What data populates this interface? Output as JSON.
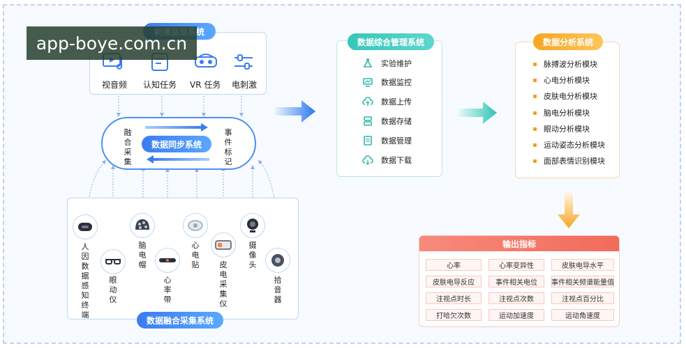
{
  "watermark": "app-boye.com.cn",
  "stimulus": {
    "title": "刺激呈现系统",
    "items": [
      {
        "label": "视音频",
        "icon": "video-audio-icon"
      },
      {
        "label": "认知任务",
        "icon": "cognitive-task-icon"
      },
      {
        "label": "VR 任务",
        "icon": "vr-headset-icon"
      },
      {
        "label": "电刺激",
        "icon": "electric-stimulation-icon"
      }
    ]
  },
  "sync": {
    "title": "数据同步系统",
    "left": "融合采集",
    "right": "事件标记"
  },
  "acquisition": {
    "title": "数据融合采集系统",
    "devices": [
      "人因数据感知终端",
      "眼动仪",
      "脑电帽",
      "心率带",
      "心电贴",
      "皮电采集仪",
      "摄像头",
      "拾音器"
    ]
  },
  "management": {
    "title": "数据综合管理系统",
    "items": [
      {
        "label": "实验维护",
        "icon": "flask-icon"
      },
      {
        "label": "数据监控",
        "icon": "monitor-icon"
      },
      {
        "label": "数据上传",
        "icon": "cloud-upload-icon"
      },
      {
        "label": "数据存储",
        "icon": "storage-icon"
      },
      {
        "label": "数据管理",
        "icon": "document-icon"
      },
      {
        "label": "数据下载",
        "icon": "cloud-download-icon"
      }
    ]
  },
  "analysis": {
    "title": "数据分析系统",
    "items": [
      "脉搏波分析模块",
      "心电分析模块",
      "皮肤电分析模块",
      "脑电分析模块",
      "眼动分析模块",
      "运动姿态分析模块",
      "面部表情识别模块"
    ]
  },
  "output": {
    "title": "输出指标",
    "cells": [
      [
        "心率",
        "心率变异性",
        "皮肤电导水平"
      ],
      [
        "皮肤电导反应",
        "事件相关电位",
        "事件相关频谱能量值"
      ],
      [
        "注视点时长",
        "注视点次数",
        "注视点百分比"
      ],
      [
        "打哈欠次数",
        "运动加速度",
        "运动角速度"
      ]
    ]
  },
  "colors": {
    "blue": "#3b7cf0",
    "teal": "#37c6b9",
    "orange": "#f5a623",
    "red": "#f26b5b"
  }
}
